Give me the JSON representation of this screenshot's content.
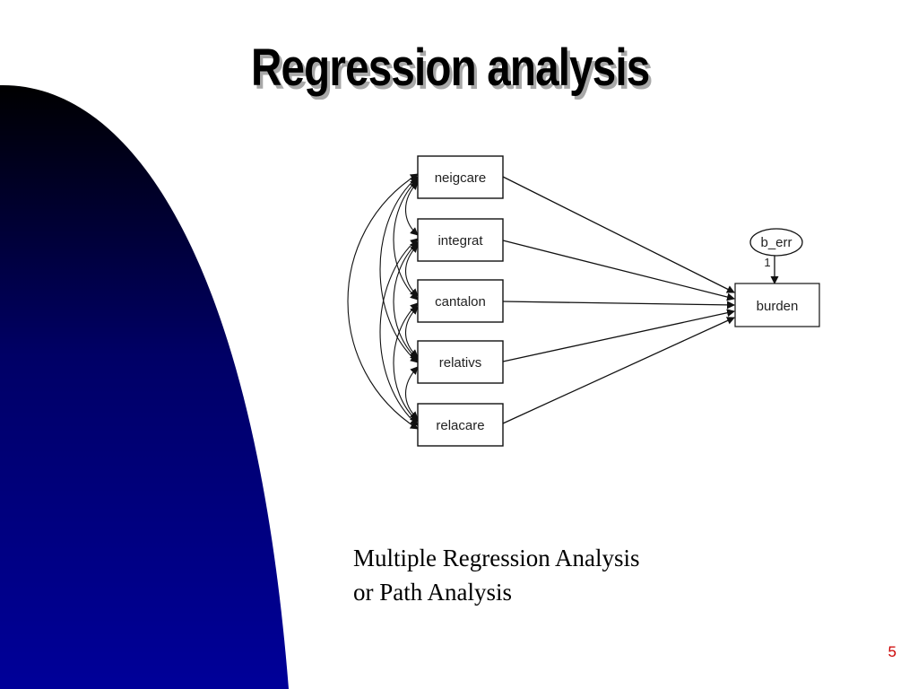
{
  "slide": {
    "title": "Regression analysis",
    "caption_lines": [
      "Multiple Regression Analysis",
      "or Path Analysis"
    ],
    "page_number": "5",
    "accent_color": "#000099"
  },
  "diagram": {
    "predictors": [
      "neigcare",
      "integrat",
      "cantalon",
      "relativs",
      "relacare"
    ],
    "outcome": "burden",
    "error_term": "b_err",
    "error_weight": "1"
  }
}
